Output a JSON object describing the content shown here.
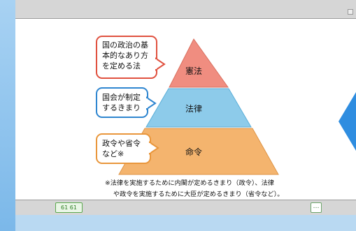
{
  "callouts": {
    "constitution": "国の政治の基\n本的なあり方\nを定める法",
    "law": "国会が制定\nするきまり",
    "order": "政令や省令\nなど※"
  },
  "layers": {
    "top": "憲法",
    "middle": "法律",
    "bottom": "命令"
  },
  "footnote": {
    "line1": "※法律を実施するために内閣が定めるきまり（政令）、法律",
    "line2": "や政令を実施するために大臣が定めるきまり（省令など）。"
  },
  "controls": {
    "nav_label": "61 61",
    "more_label": "…"
  },
  "colors": {
    "top_layer": "#f08d80",
    "middle_layer": "#8dcbea",
    "bottom_layer": "#f4b46e",
    "callout_red": "#e0513f",
    "callout_blue": "#2f86d0",
    "callout_orange": "#e9963b"
  }
}
